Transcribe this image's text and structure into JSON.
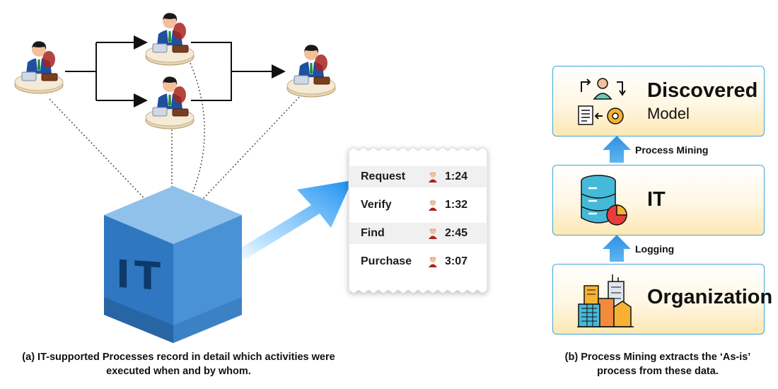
{
  "left_panel": {
    "cube_label": "IT",
    "caption_line1": "(a) IT-supported Processes record in detail which activities were",
    "caption_line2": "executed when and by whom.",
    "workers": [
      "worker-icon",
      "worker-icon",
      "worker-icon",
      "worker-icon"
    ]
  },
  "event_log": {
    "rows": [
      {
        "activity": "Request",
        "time": "1:24"
      },
      {
        "activity": "Verify",
        "time": "1:32"
      },
      {
        "activity": "Find",
        "time": "2:45"
      },
      {
        "activity": "Purchase",
        "time": "3:07"
      }
    ],
    "user_icon": "person-icon"
  },
  "right_panel": {
    "discovered_title": "Discovered",
    "discovered_sub": "Model",
    "arrow_top_label": "Process Mining",
    "it_title": "IT",
    "arrow_bottom_label": "Logging",
    "org_title": "Organization",
    "caption_line1": "(b) Process Mining extracts the ‘As-is’",
    "caption_line2": "process from these data.",
    "colors": {
      "box_border": "#3fa7d6",
      "arrow": "#2f9be6",
      "box_fill_bottom": "#fde7b3"
    }
  }
}
